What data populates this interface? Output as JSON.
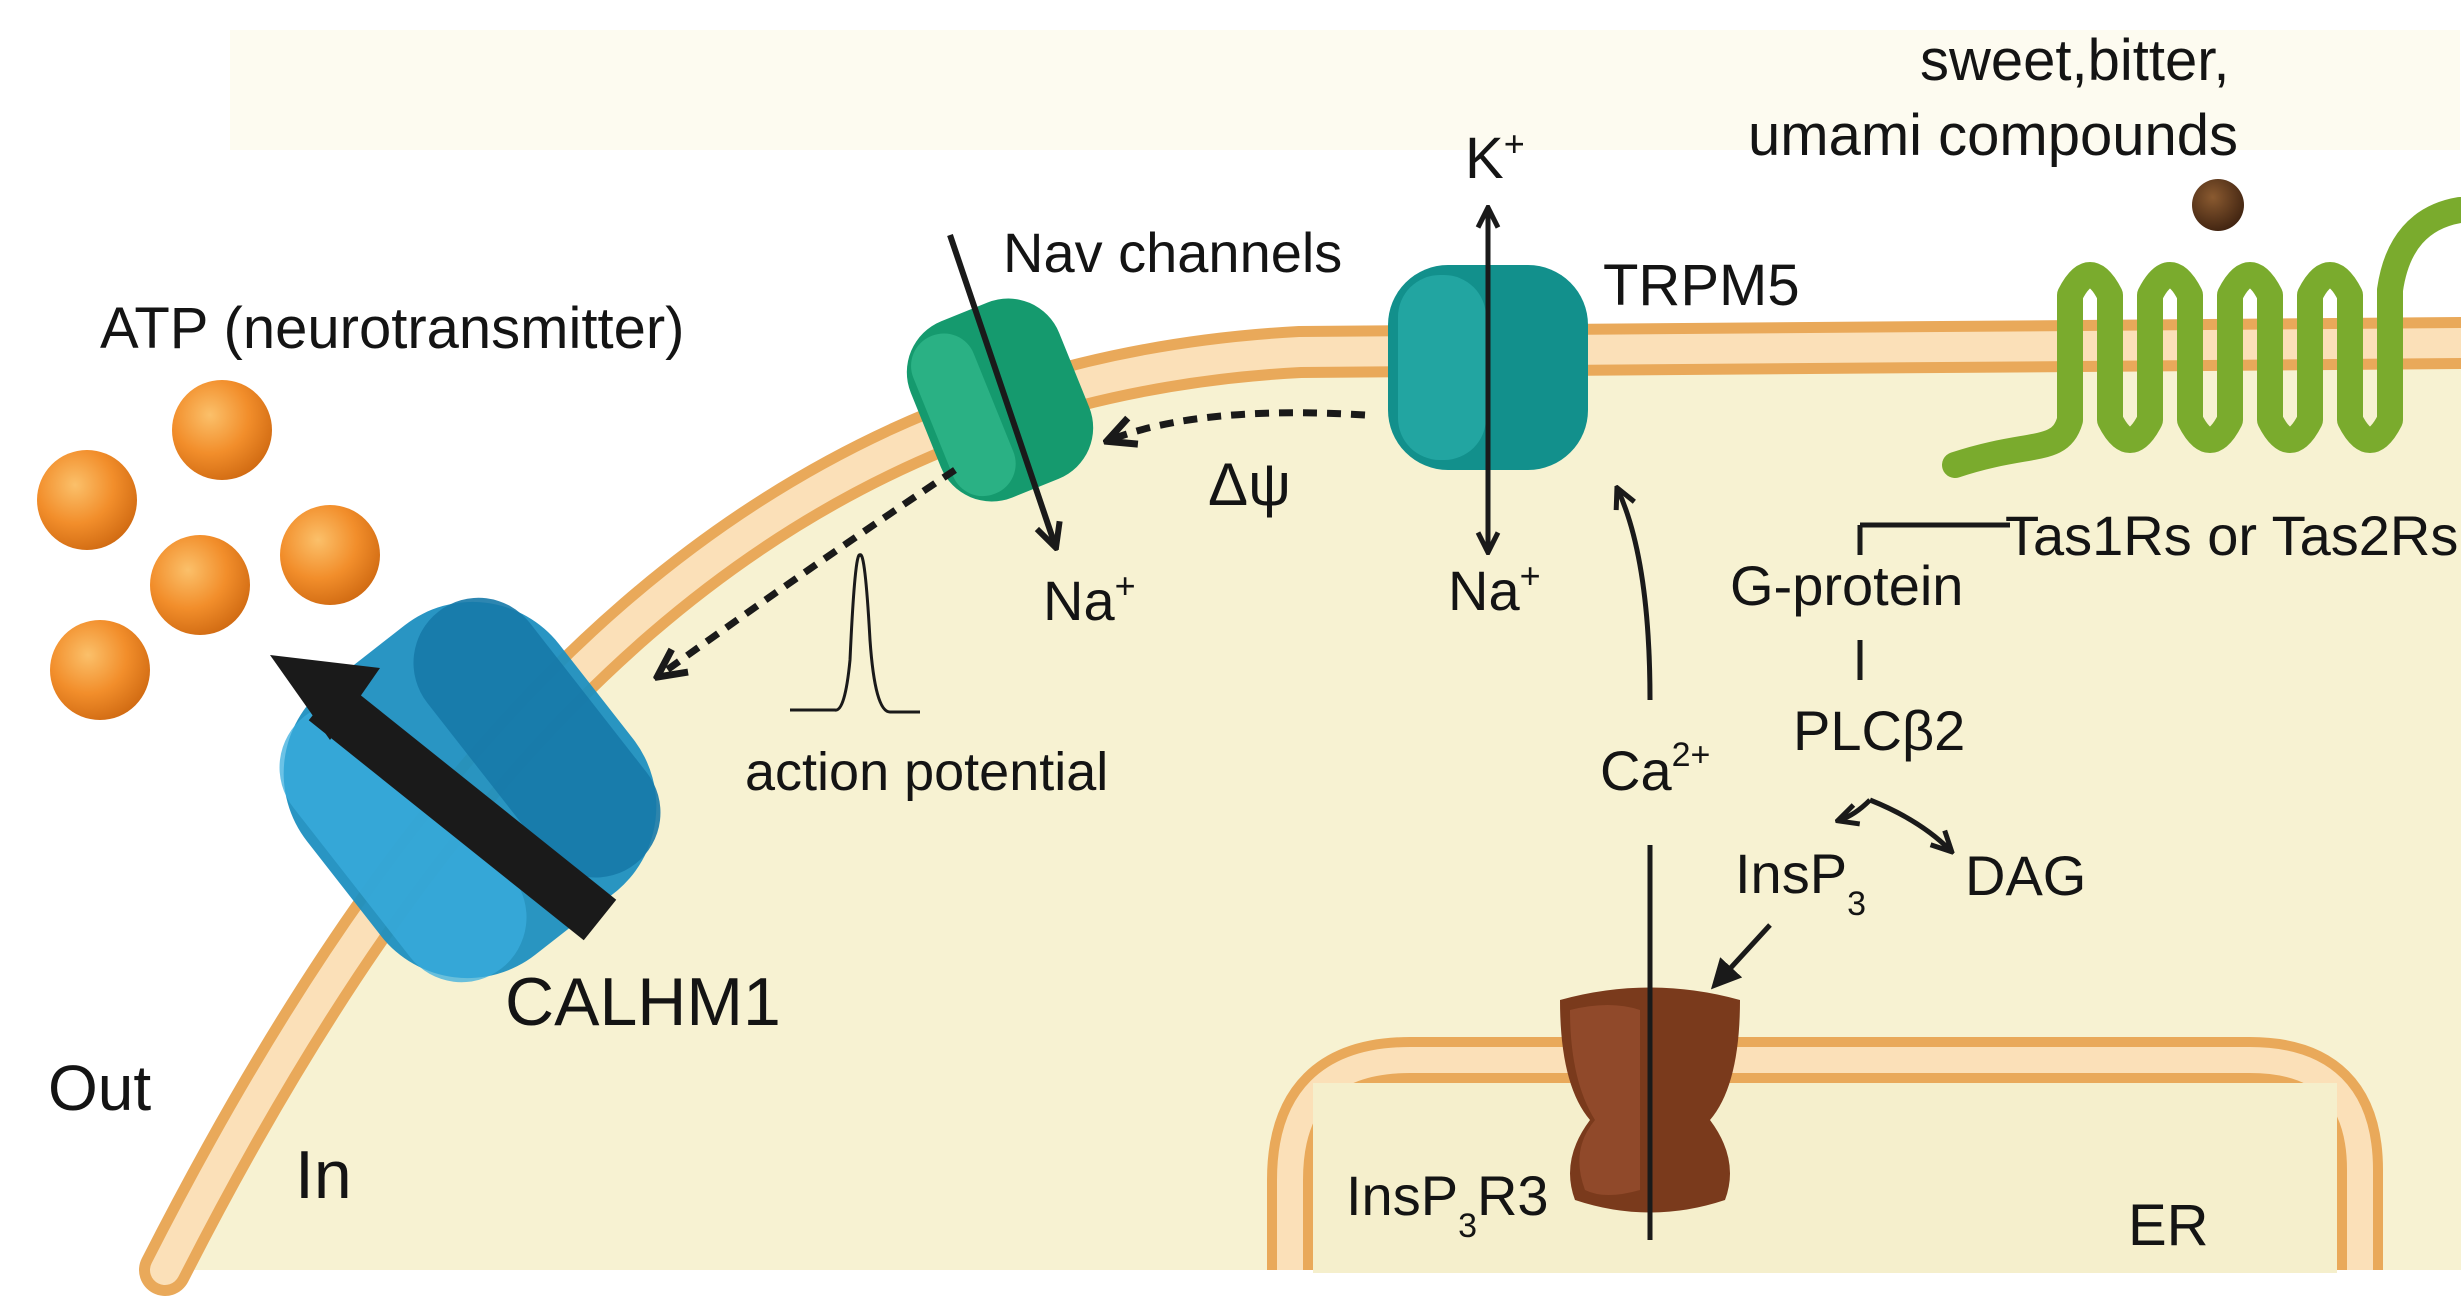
{
  "labels": {
    "atp": "ATP (neurotransmitter)",
    "nav_channels": "Nav channels",
    "k_ion": "K",
    "k_charge": "+",
    "trpm5": "TRPM5",
    "compounds_line1": "sweet,bitter,",
    "compounds_line2": "umami compounds",
    "delta_psi": "Δψ",
    "na_nav": "Na",
    "na_nav_charge": "+",
    "na_trpm5": "Na",
    "na_trpm5_charge": "+",
    "tas_receptors": "Tas1Rs or Tas2Rs",
    "g_protein": "G-protein",
    "action_potential": "action potential",
    "plcb2": "PLCβ2",
    "ca_ion": "Ca",
    "ca_charge": "2+",
    "insp3_base": "InsP",
    "insp3_sub": "3",
    "dag": "DAG",
    "calhm1": "CALHM1",
    "out": "Out",
    "in": "In",
    "insp3r3_base": "InsP",
    "insp3r3_sub": "3",
    "insp3r3_suffix": "R3",
    "er": "ER"
  },
  "colors": {
    "cytoplasm": "#f7f2d2",
    "membrane": "#f6c98a",
    "membrane_edge": "#e9a95a",
    "atp": "#f28e2b",
    "calhm1": "#1e8fc0",
    "nav": "#159a6e",
    "trpm5": "#12908c",
    "receptor": "#7aab2d",
    "ip3r": "#7a3a1c",
    "ligand": "#5a3418",
    "arrow": "#1a1a1a"
  },
  "icons": {
    "atp_molecule": "orange-sphere-icon",
    "calhm1_channel": "calhm1-channel-icon",
    "nav_channel": "nav-channel-icon",
    "trpm5_channel": "trpm5-channel-icon",
    "gpcr": "gpcr-receptor-icon",
    "ip3r_channel": "ip3r-channel-icon",
    "ligand": "ligand-sphere-icon",
    "spike": "action-potential-icon"
  }
}
